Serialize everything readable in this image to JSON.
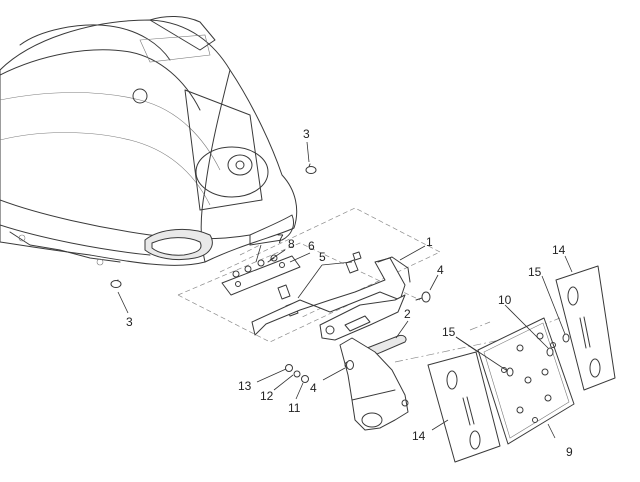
{
  "callouts": [
    {
      "id": "c1",
      "label": "1"
    },
    {
      "id": "c2",
      "label": "2"
    },
    {
      "id": "c3a",
      "label": "3"
    },
    {
      "id": "c3b",
      "label": "3"
    },
    {
      "id": "c4a",
      "label": "4"
    },
    {
      "id": "c4b",
      "label": "4"
    },
    {
      "id": "c5",
      "label": "5"
    },
    {
      "id": "c6",
      "label": "6"
    },
    {
      "id": "c7",
      "label": "7"
    },
    {
      "id": "c8",
      "label": "8"
    },
    {
      "id": "c9",
      "label": "9"
    },
    {
      "id": "c10",
      "label": "10"
    },
    {
      "id": "c11",
      "label": "11"
    },
    {
      "id": "c12",
      "label": "12"
    },
    {
      "id": "c13",
      "label": "13"
    },
    {
      "id": "c14a",
      "label": "14"
    },
    {
      "id": "c14b",
      "label": "14"
    },
    {
      "id": "c15a",
      "label": "15"
    },
    {
      "id": "c15b",
      "label": "15"
    }
  ]
}
